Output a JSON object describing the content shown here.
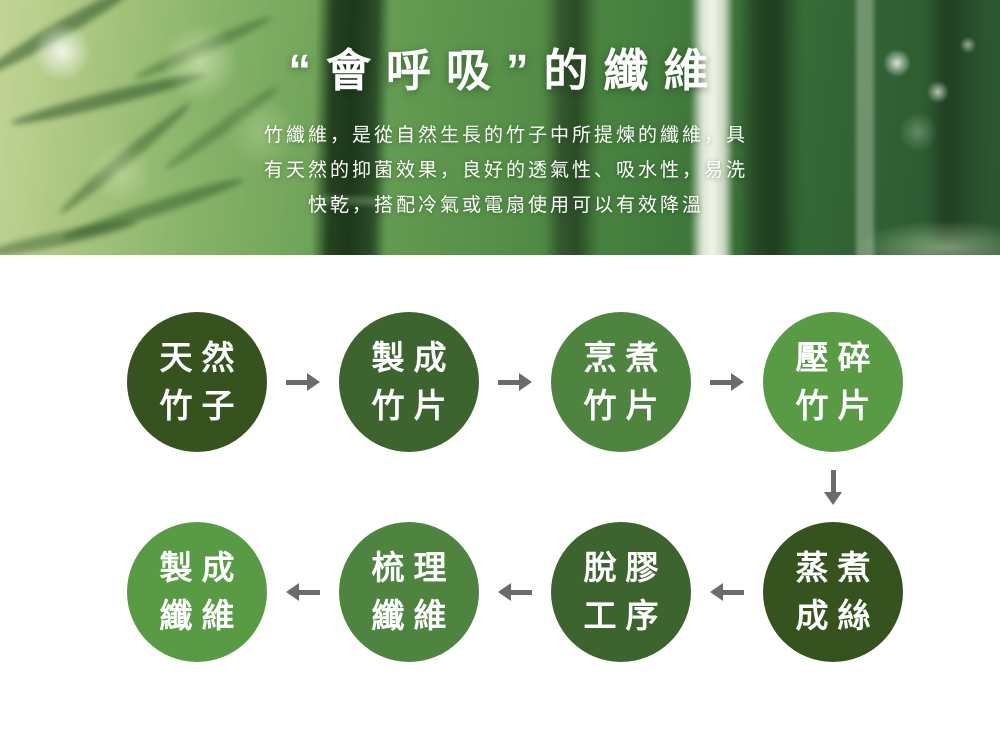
{
  "hero": {
    "title": "“會呼吸”的纖維",
    "description_lines": [
      "竹纖維，是從自然生長的竹子中所提煉的纖維，具",
      "有天然的抑菌效果，良好的透氣性、吸水性，易洗",
      "快乾，搭配冷氣或電扇使用可以有效降溫"
    ]
  },
  "process_flow": {
    "arrow_color": "#6b6b6b",
    "top_row": [
      {
        "line1": "天然",
        "line2": "竹子",
        "color": "#35521f"
      },
      {
        "line1": "製成",
        "line2": "竹片",
        "color": "#3d632f"
      },
      {
        "line1": "烹煮",
        "line2": "竹片",
        "color": "#4f8440"
      },
      {
        "line1": "壓碎",
        "line2": "竹片",
        "color": "#599a45"
      }
    ],
    "bottom_row": [
      {
        "line1": "製成",
        "line2": "纖維",
        "color": "#599a45"
      },
      {
        "line1": "梳理",
        "line2": "纖維",
        "color": "#4f8440"
      },
      {
        "line1": "脫膠",
        "line2": "工序",
        "color": "#3d632f"
      },
      {
        "line1": "蒸煮",
        "line2": "成絲",
        "color": "#35521f"
      }
    ]
  }
}
